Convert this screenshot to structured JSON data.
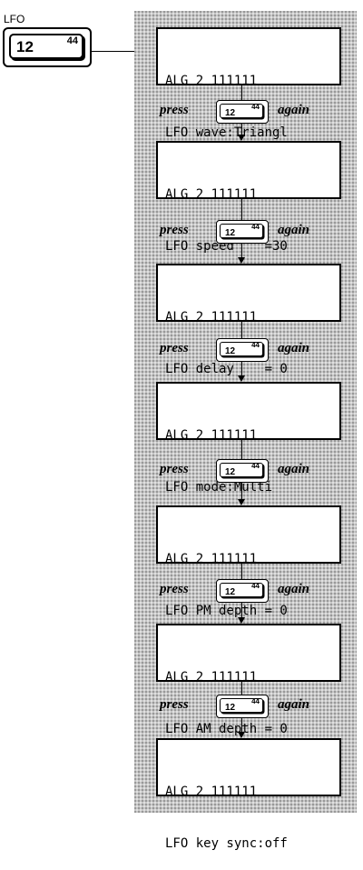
{
  "button_label": "LFO",
  "key": {
    "number": "12",
    "sup": "44"
  },
  "press_word": "press",
  "again_word": "again",
  "displays": [
    {
      "line1": "ALG 2 111111",
      "line2": "LFO wave:Triangl"
    },
    {
      "line1": "ALG 2 111111",
      "line2": "LFO speed    =30"
    },
    {
      "line1": "ALG 2 111111",
      "line2": "LFO delay    = 0"
    },
    {
      "line1": "ALG 2 111111",
      "line2": "LFO mode:Multi"
    },
    {
      "line1": "ALG 2 111111",
      "line2": "LFO PM depth = 0"
    },
    {
      "line1": "ALG 2 111111",
      "line2": "LFO AM depth = 0"
    },
    {
      "line1": "ALG 2 111111",
      "line2": "LFO key sync:off"
    }
  ]
}
